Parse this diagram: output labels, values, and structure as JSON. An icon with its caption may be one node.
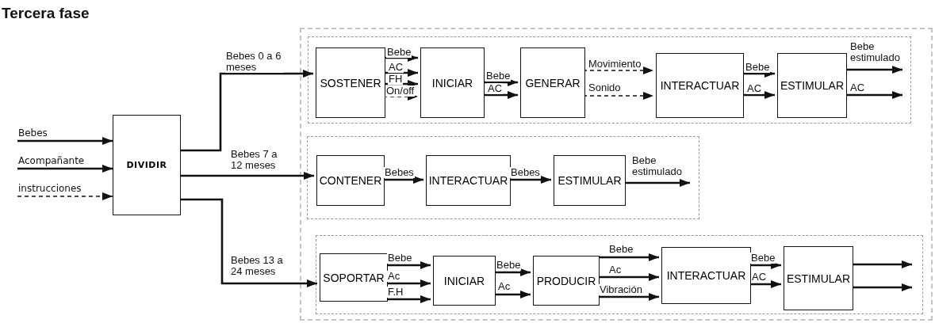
{
  "diagram": {
    "title": "Tercera fase",
    "nodes": [
      {
        "text": [
          "DIVIDIR"
        ]
      },
      {
        "text": [],
        "shape": "box"
      },
      {
        "text": [],
        "shape": "box",
        "in": 1
      },
      {
        "text": [
          "SOSTENER"
        ],
        "in": 2
      },
      {
        "text": [
          "INICIAR"
        ],
        "in": 2
      },
      {
        "text": [
          "GENERAR"
        ],
        "in": 2
      },
      {
        "text": [
          "INTERACTUAR"
        ],
        "in": 2
      },
      {
        "text": [
          "ESTIMULAR"
        ],
        "in": 2
      },
      {
        "text": [],
        "shape": "box",
        "in": 1
      },
      {
        "text": [
          "CONTENER"
        ],
        "in": 8
      },
      {
        "text": [
          "INTERACTUAR"
        ],
        "in": 8
      },
      {
        "text": [
          "ESTIMULAR"
        ],
        "in": 8
      },
      {
        "text": [],
        "shape": "box",
        "in": 1
      },
      {
        "text": [
          "SOPORTAR"
        ],
        "in": 12
      },
      {
        "text": [
          "INICIAR"
        ],
        "in": 12
      },
      {
        "text": [
          "PRODUCIR"
        ],
        "in": 12
      },
      {
        "text": [
          "INTERACTUAR"
        ],
        "in": 12
      },
      {
        "text": [
          "ESTIMULAR"
        ],
        "in": 12
      }
    ],
    "edges": [
      {
        "from": null,
        "to": 0,
        "arrow": "to",
        "label": "Bebes"
      },
      {
        "from": null,
        "to": 0,
        "arrow": "to",
        "label": "Acompañante"
      },
      {
        "from": null,
        "to": 0,
        "arrow": "to",
        "label": "instrucciones",
        "style": "dashed"
      },
      {
        "from": 0,
        "to": 3,
        "arrow": "to",
        "label": "Bebes  0 a 6 meses"
      },
      {
        "from": 0,
        "to": 9,
        "arrow": "to",
        "label": "Bebes  7 a 12 meses"
      },
      {
        "from": 0,
        "to": 13,
        "arrow": "to",
        "label": "Bebes 13 a 24 meses"
      },
      {
        "from": 3,
        "to": 4,
        "arrow": "to",
        "label": "Bebe"
      },
      {
        "from": 3,
        "to": 4,
        "arrow": "to",
        "label": "AC"
      },
      {
        "from": 3,
        "to": 4,
        "arrow": "to",
        "label": "FH"
      },
      {
        "from": 3,
        "to": 4,
        "arrow": "to",
        "label": "On/off",
        "style": "dashed"
      },
      {
        "from": 4,
        "to": 5,
        "arrow": "to",
        "label": "Bebe"
      },
      {
        "from": 4,
        "to": 5,
        "arrow": "to",
        "label": "AC"
      },
      {
        "from": 5,
        "to": 6,
        "arrow": "to",
        "label": "Movimiento",
        "style": "dashed"
      },
      {
        "from": 5,
        "to": 6,
        "arrow": "to",
        "label": "Sonido",
        "style": "dashed"
      },
      {
        "from": 6,
        "to": 7,
        "arrow": "to",
        "label": "Bebe"
      },
      {
        "from": 6,
        "to": 7,
        "arrow": "to",
        "label": "AC"
      },
      {
        "from": 7,
        "to": null,
        "arrow": "to",
        "label": "Bebe estimulado"
      },
      {
        "from": 7,
        "to": null,
        "arrow": "to",
        "label": "AC"
      },
      {
        "from": 9,
        "to": 10,
        "arrow": "to",
        "label": "Bebes"
      },
      {
        "from": 10,
        "to": 11,
        "arrow": "to",
        "label": "Bebes"
      },
      {
        "from": 11,
        "to": null,
        "arrow": "to",
        "label": "Bebe estimulado"
      },
      {
        "from": 13,
        "to": 14,
        "arrow": "to",
        "label": "Bebe"
      },
      {
        "from": 13,
        "to": 14,
        "arrow": "to",
        "label": "Ac"
      },
      {
        "from": 13,
        "to": 14,
        "arrow": "to",
        "label": "F.H"
      },
      {
        "from": 14,
        "to": 15,
        "arrow": "to",
        "label": "Bebe"
      },
      {
        "from": 14,
        "to": 15,
        "arrow": "to",
        "label": "Ac"
      },
      {
        "from": 15,
        "to": 16,
        "arrow": "to",
        "label": "Bebe"
      },
      {
        "from": 15,
        "to": 16,
        "arrow": "to",
        "label": "Ac"
      },
      {
        "from": 15,
        "to": 16,
        "arrow": "to",
        "label": "Vibración"
      },
      {
        "from": 16,
        "to": 17,
        "arrow": "to",
        "label": "Bebe"
      },
      {
        "from": 16,
        "to": 17,
        "arrow": "to",
        "label": "AC"
      },
      {
        "from": 17,
        "to": null,
        "arrow": "to"
      },
      {
        "from": 17,
        "to": null,
        "arrow": "to"
      }
    ]
  }
}
